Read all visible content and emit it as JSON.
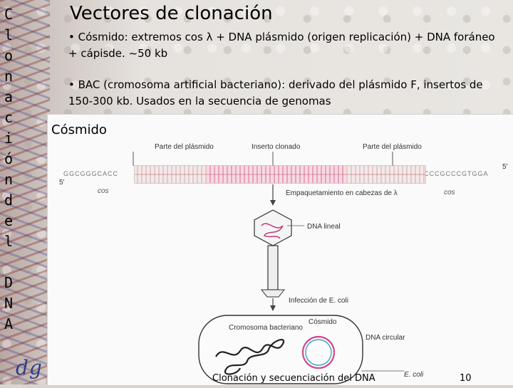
{
  "slide": {
    "vertical_title": [
      "C",
      "l",
      "o",
      "n",
      "a",
      "c",
      "i",
      "ó",
      "n",
      "d",
      "e",
      "l",
      "",
      "D",
      "N",
      "A"
    ],
    "title": "Vectores de clonación",
    "bullet1": "• Cósmido: extremos cos λ + DNA plásmido (origen replicación) + DNA foráneo + cápisde. ~50 kb",
    "bullet2": "• BAC (cromosoma artificial bacteriano): derivado del plásmido F, insertos de 150-300 kb. Usados en la secuencia de genomas",
    "figure_heading": "Cósmido",
    "footer": "Clonación y secuenciación del DNA",
    "page_number": "10",
    "logo_text": "dg"
  },
  "figure": {
    "label_plasmid_left": "Parte del plásmido",
    "label_insert": "Inserto clonado",
    "label_plasmid_right": "Parte del plásmido",
    "seq_left": "GGCGGGCACC",
    "seq_right": "CCCGCCCGTGGA",
    "end_5_left": "5'",
    "end_5_right": "5'",
    "cos_left": "cos",
    "cos_right": "cos",
    "packaging": "Empaquetamiento en cabezas de λ",
    "linear_dna": "DNA lineal",
    "infection": "Infección de E. coli",
    "chromosome": "Cromosoma bacteriano",
    "cosmid": "Cósmido",
    "circular_dna": "DNA circular",
    "ecoli": "E. coli"
  }
}
